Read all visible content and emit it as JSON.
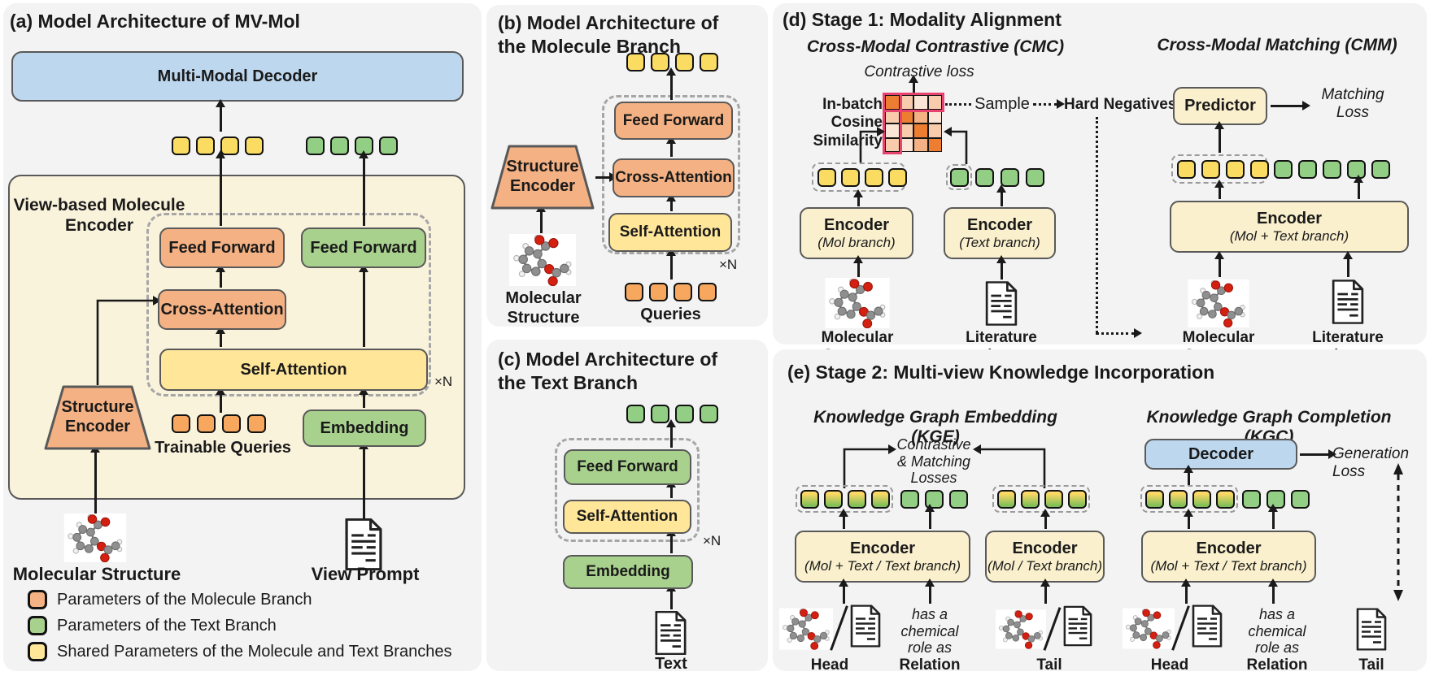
{
  "colors": {
    "molecule_branch": "#F4B183",
    "text_branch": "#A9D18E",
    "shared": "#FFE699",
    "decoder_blue": "#BDD7EE",
    "encoder_cream": "#FAF0CD",
    "container_cream": "#FAF3DC",
    "matrix_dark": "#ED7D31",
    "highlight_pink": "#E8426E"
  },
  "panel_a": {
    "title": "(a) Model Architecture of MV-Mol",
    "decoder": "Multi-Modal Decoder",
    "encoder_label_line1": "View-based Molecule",
    "encoder_label_line2": "Encoder",
    "feed_forward_mol": "Feed Forward",
    "feed_forward_text": "Feed Forward",
    "cross_attention": "Cross-Attention",
    "self_attention": "Self-Attention",
    "structure_encoder_line1": "Structure",
    "structure_encoder_line2": "Encoder",
    "embedding": "Embedding",
    "trainable_queries": "Trainable Queries",
    "molecular_structure": "Molecular Structure",
    "view_prompt": "View Prompt",
    "repeat": "×N",
    "legend": [
      {
        "color": "#F4B183",
        "label": "Parameters of the Molecule Branch"
      },
      {
        "color": "#A9D18E",
        "label": "Parameters of the Text Branch"
      },
      {
        "color": "#FFE699",
        "label": "Shared Parameters of the Molecule and Text Branches"
      }
    ]
  },
  "panel_b": {
    "title_line1": "(b) Model Architecture of",
    "title_line2": "the Molecule Branch",
    "feed_forward": "Feed Forward",
    "cross_attention": "Cross-Attention",
    "self_attention": "Self-Attention",
    "structure_encoder_line1": "Structure",
    "structure_encoder_line2": "Encoder",
    "molecular_structure_line1": "Molecular",
    "molecular_structure_line2": "Structure",
    "queries": "Queries",
    "repeat": "×N"
  },
  "panel_c": {
    "title_line1": "(c) Model Architecture of",
    "title_line2": "the Text Branch",
    "feed_forward": "Feed Forward",
    "self_attention": "Self-Attention",
    "embedding": "Embedding",
    "text": "Text",
    "repeat": "×N"
  },
  "panel_d": {
    "title": "(d) Stage 1: Modality Alignment",
    "cmc": {
      "subtitle": "Cross-Modal Contrastive (CMC)",
      "contrastive_loss": "Contrastive loss",
      "inbatch_line1": "In-batch Cosine",
      "inbatch_line2": "Similarity",
      "sample": "Sample",
      "hard_negatives": "Hard Negatives",
      "encoder_mol": "Encoder",
      "encoder_mol_sub": "(Mol branch)",
      "encoder_text": "Encoder",
      "encoder_text_sub": "(Text branch)",
      "mol_label": "Molecular Structure",
      "lit_label": "Literature snippets",
      "matrix": [
        [
          "#ED7D31",
          "#F8CBAD",
          "#FBE5D6",
          "#F8CBAD"
        ],
        [
          "#F8CBAD",
          "#ED7D31",
          "#F4B183",
          "#FBE5D6"
        ],
        [
          "#FBE5D6",
          "#F8CBAD",
          "#ED7D31",
          "#F8CBAD"
        ],
        [
          "#F8CBAD",
          "#FBE5D6",
          "#F4B183",
          "#ED7D31"
        ]
      ]
    },
    "cmm": {
      "subtitle": "Cross-Modal Matching (CMM)",
      "predictor": "Predictor",
      "matching_line1": "Matching",
      "matching_line2": "Loss",
      "encoder": "Encoder",
      "encoder_sub": "(Mol + Text branch)",
      "mol_label": "Molecular Structure",
      "lit_label": "Literature snippets"
    }
  },
  "panel_e": {
    "title": "(e) Stage 2: Multi-view Knowledge Incorporation",
    "kge": {
      "subtitle": "Knowledge Graph Embedding (KGE)",
      "loss_line1": "Contrastive",
      "loss_line2": "& Matching",
      "loss_line3": "Losses",
      "encoder1": "Encoder",
      "encoder1_sub": "(Mol + Text / Text branch)",
      "encoder2": "Encoder",
      "encoder2_sub": "(Mol / Text branch)",
      "relation_line1": "has a",
      "relation_line2": "chemical",
      "relation_line3": "role as",
      "head": "Head",
      "relation": "Relation",
      "tail": "Tail"
    },
    "kgc": {
      "subtitle": "Knowledge Graph Completion (KGC)",
      "decoder": "Decoder",
      "generation_loss": "Generation Loss",
      "encoder": "Encoder",
      "encoder_sub": "(Mol + Text / Text branch)",
      "relation_line1": "has a",
      "relation_line2": "chemical",
      "relation_line3": "role as",
      "head": "Head",
      "relation": "Relation",
      "tail": "Tail"
    }
  }
}
